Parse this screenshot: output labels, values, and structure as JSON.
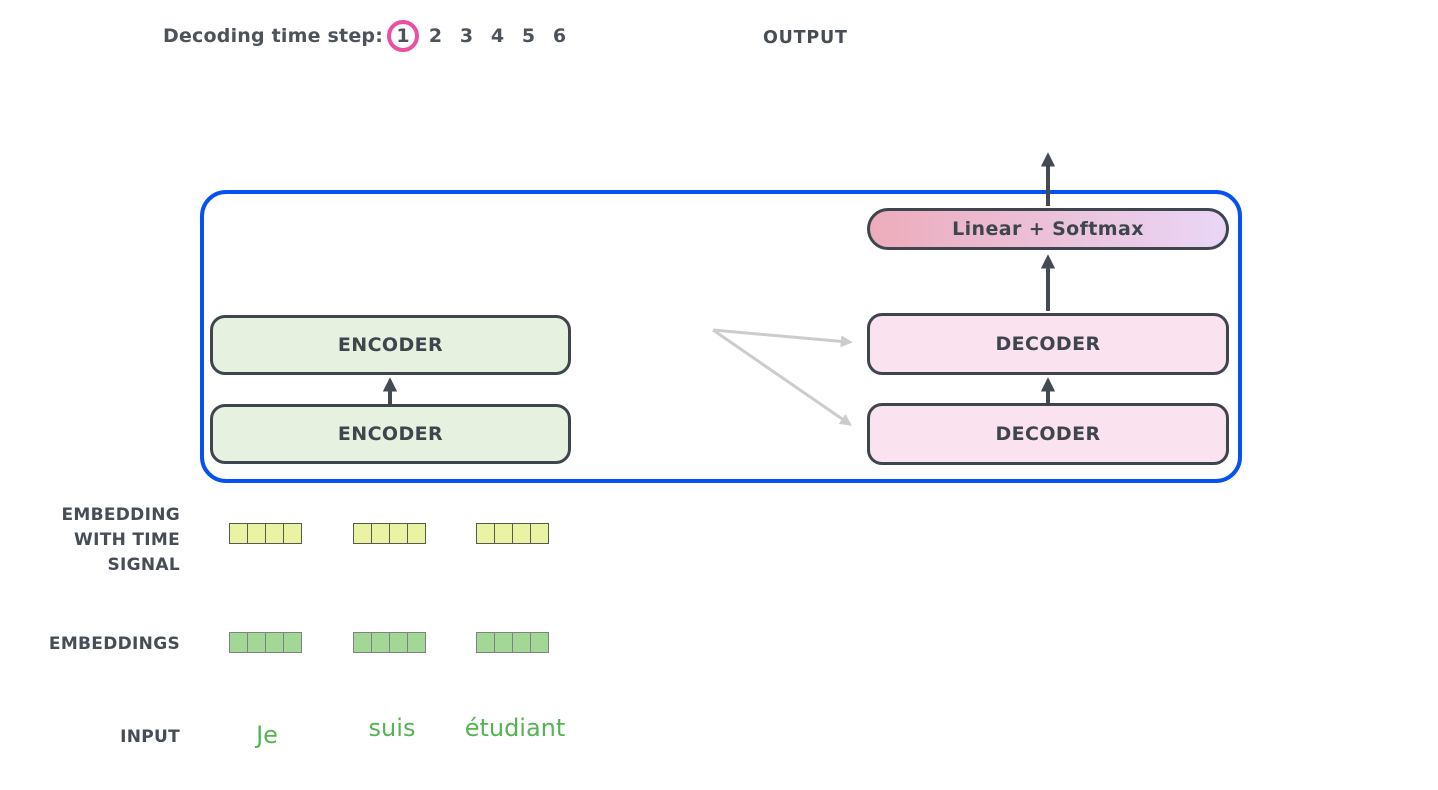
{
  "title": "Transformer decoding time step diagram",
  "header": {
    "label": "Decoding time step:",
    "steps": [
      "1",
      "2",
      "3",
      "4",
      "5",
      "6"
    ],
    "active_step": "1"
  },
  "output_label": "OUTPUT",
  "diagram": {
    "encoders": [
      "ENCODER",
      "ENCODER"
    ],
    "decoders": [
      "DECODER",
      "DECODER"
    ],
    "linear_softmax": "Linear + Softmax"
  },
  "rows": {
    "embedding_time_label_lines": [
      "EMBEDDING",
      "WITH TIME",
      "SIGNAL"
    ],
    "embeddings_label": "EMBEDDINGS",
    "input_label": "INPUT",
    "input_words": [
      "Je",
      "suis",
      "étudiant"
    ],
    "vector_cell_count": 4,
    "vector_count_per_row": 3
  },
  "colors": {
    "blue": "#0652f0",
    "pink": "#ec4fa2",
    "charcoal": "#3f454d",
    "encoder_fill": "#e6f1df",
    "decoder_fill": "#fae3ee",
    "linear_left": "#edacbc",
    "linear_right": "#e9d6f6",
    "embed_yellow": "#eaf2a4",
    "embed_green": "#a3d795",
    "word_green": "#54b352",
    "arrow_dark": "#434a51",
    "arrow_gray": "#cccccc"
  }
}
